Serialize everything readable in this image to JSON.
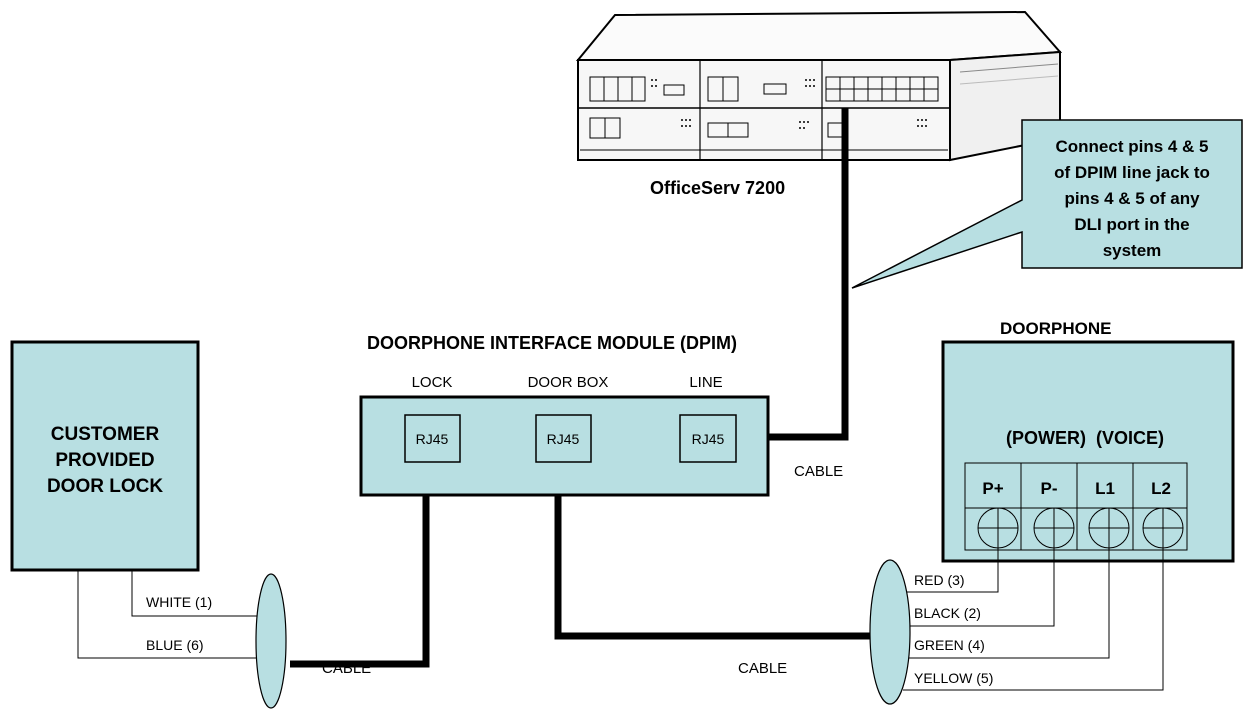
{
  "colors": {
    "box_fill": "#b8dfe2",
    "device_body": "#f4f4f4",
    "outline": "#000000",
    "wire": "#000000"
  },
  "system": {
    "label": "OfficeServ 7200"
  },
  "callout": {
    "lines": [
      "Connect pins 4 & 5",
      "of DPIM line jack to",
      "pins 4 & 5 of any",
      "DLI port in the",
      "system"
    ]
  },
  "dpim": {
    "title": "DOORPHONE INTERFACE MODULE (DPIM)",
    "ports": [
      {
        "label": "LOCK",
        "jack": "RJ45"
      },
      {
        "label": "DOOR BOX",
        "jack": "RJ45"
      },
      {
        "label": "LINE",
        "jack": "RJ45"
      }
    ]
  },
  "door_lock": {
    "lines": [
      "CUSTOMER",
      "PROVIDED",
      "DOOR LOCK"
    ]
  },
  "doorphone": {
    "title": "DOORPHONE",
    "subtitle": "(POWER)  (VOICE)",
    "terminals": [
      "P+",
      "P-",
      "L1",
      "L2"
    ]
  },
  "cables": {
    "line_cable": "CABLE",
    "lock_cable": "CABLE",
    "doorbox_cable": "CABLE"
  },
  "lock_wires": [
    "WHITE (1)",
    "BLUE (6)"
  ],
  "doorphone_wires": [
    "RED (3)",
    "BLACK (2)",
    "GREEN (4)",
    "YELLOW (5)"
  ]
}
